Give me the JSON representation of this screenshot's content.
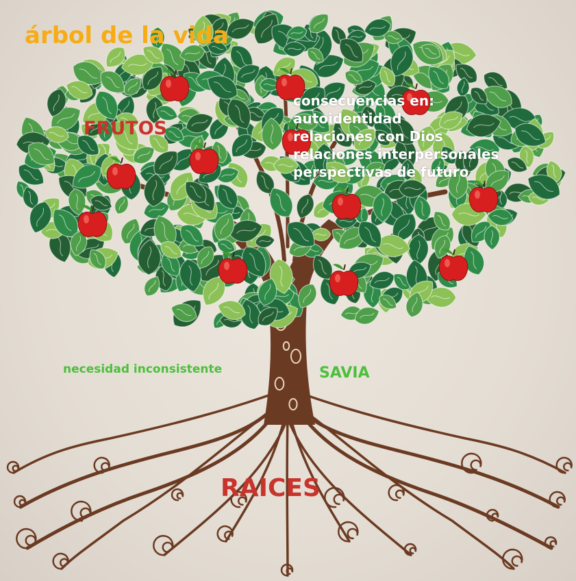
{
  "title": "árbol de la vida",
  "labels": {
    "frutos": "FRUTOS",
    "savia": "SAVIA",
    "necesidad": "necesidad inconsistente",
    "raices": "RAICES"
  },
  "consecuencias": {
    "heading": "consecuencias en:",
    "items": [
      "autoidentidad",
      "relaciones con Dios",
      "relaciones interpersonales",
      "perspectivas de futuro"
    ]
  },
  "colors": {
    "title": "#f7ac16",
    "frutos": "#c8332b",
    "raices": "#c8332b",
    "savia": "#4cbf3c",
    "consecuencias": "#ffffff",
    "trunk": "#6b3a22",
    "leaf_dark": "#1f6b3c",
    "leaf_mid": "#2f8c48",
    "leaf_light": "#8cc158",
    "apple": "#d81f1f"
  }
}
